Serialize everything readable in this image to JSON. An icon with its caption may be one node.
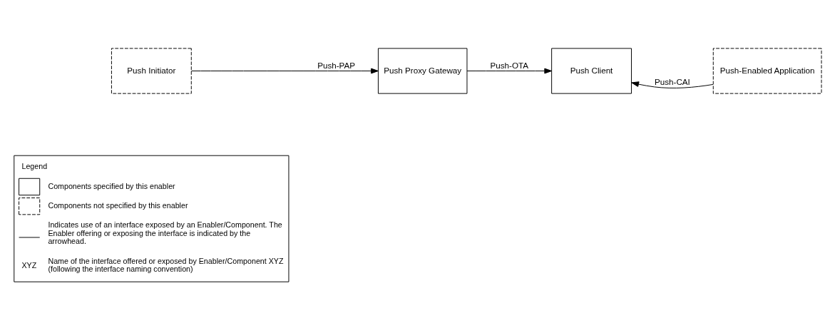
{
  "diagram": {
    "nodes": [
      {
        "text": [
          "Push Initiator"
        ]
      },
      {
        "text": [
          "Push Proxy Gateway"
        ]
      },
      {
        "text": [
          "Push Client"
        ]
      },
      {
        "text": [
          "Push-Enabled Application"
        ]
      }
    ],
    "edges": [
      {
        "from": 0,
        "to": 1,
        "arrow": "to",
        "label": "Push-PAP"
      },
      {
        "from": 1,
        "to": 2,
        "arrow": "to",
        "label": "Push-OTA"
      },
      {
        "from": 3,
        "to": 2,
        "arrow": "to",
        "label": "Push-CAI"
      }
    ],
    "labels": [
      "Legend",
      "XYZ"
    ],
    "legend": [
      {
        "text": "Components specified by this enabler"
      },
      {
        "text": "Components not specified by this enabler"
      },
      {
        "text": "Indicates use of an interface exposed by an Enabler/Component. The Enabler offering or exposing the interface is indicated by the arrowhead."
      },
      {
        "text": "Name of the interface offered or exposed by Enabler/Component XYZ (following the interface naming convention)"
      }
    ]
  }
}
